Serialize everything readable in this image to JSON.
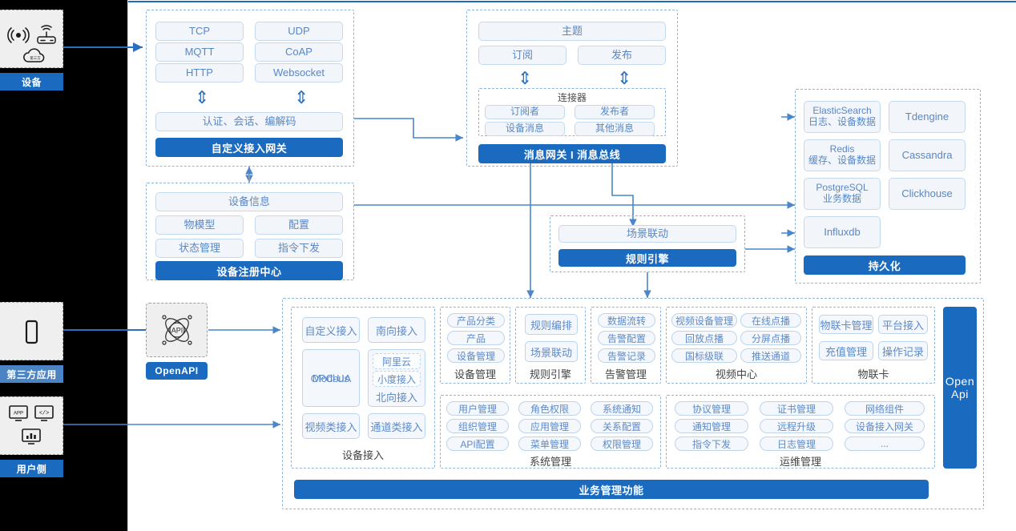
{
  "rail": {
    "groups": [
      {
        "name": "device",
        "label": "设备",
        "icons": [
          "signal-icon",
          "router-icon",
          "cloud-icon"
        ],
        "muted": false
      },
      {
        "name": "third-party-app",
        "label": "第三方应用",
        "icons": [
          "mobile-icon"
        ],
        "muted": true
      },
      {
        "name": "user-side",
        "label": "用户侧",
        "icons": [
          "app-icon",
          "code-icon",
          "dashboard-icon"
        ],
        "muted": false
      }
    ]
  },
  "gateway": {
    "protocols": [
      "TCP",
      "UDP",
      "MQTT",
      "CoAP",
      "HTTP",
      "Websocket"
    ],
    "middle": "认证、会话、编解码",
    "title": "自定义接入网关"
  },
  "message_bus": {
    "topic": "主题",
    "subscribe": "订阅",
    "publish": "发布",
    "connector_title": "连接器",
    "connector_items": [
      "订阅者",
      "发布者",
      "设备消息",
      "其他消息"
    ],
    "title": "消息网关 I 消息总线"
  },
  "registry": {
    "info": "设备信息",
    "items": [
      "物模型",
      "配置",
      "状态管理",
      "指令下发"
    ],
    "title": "设备注册中心"
  },
  "rule_engine": {
    "scene": "场景联动",
    "title": "规则引擎"
  },
  "persistence": {
    "stores": [
      {
        "name": "ElasticSearch",
        "sub": "日志、设备数据"
      },
      {
        "name": "Tdengine",
        "sub": ""
      },
      {
        "name": "Redis",
        "sub": "缓存、设备数据"
      },
      {
        "name": "Cassandra",
        "sub": ""
      },
      {
        "name": "PostgreSQL",
        "sub": "业务数据"
      },
      {
        "name": "Clickhouse",
        "sub": ""
      },
      {
        "name": "Influxdb",
        "sub": ""
      }
    ],
    "title": "持久化"
  },
  "openapi": {
    "icon": "api-atom-icon",
    "label": "OpenAPI"
  },
  "business": {
    "device_access": {
      "title": "设备接入",
      "items": [
        "自定义接入",
        "南向接入",
        "OPC-UA",
        "Modbus",
        "视频类接入",
        "通道类接入"
      ],
      "nested": [
        "阿里云",
        "小度接入"
      ],
      "nested_parent": "北向接入"
    },
    "columns": [
      {
        "title": "设备管理",
        "items": [
          "产品分类",
          "产品",
          "设备管理"
        ]
      },
      {
        "title": "规则引擎",
        "items": [
          "规则编排",
          "场景联动"
        ]
      },
      {
        "title": "告警管理",
        "items": [
          "数据流转",
          "告警配置",
          "告警记录"
        ]
      },
      {
        "title": "视频中心",
        "items": [
          "视频设备管理",
          "在线点播",
          "回放点播",
          "分屏点播",
          "国标级联",
          "推送通道"
        ]
      },
      {
        "title": "物联卡",
        "items": [
          "物联卡管理",
          "平台接入",
          "充值管理",
          "操作记录"
        ]
      }
    ],
    "row2": [
      {
        "title": "系统管理",
        "items": [
          "用户管理",
          "角色权限",
          "系统通知",
          "组织管理",
          "应用管理",
          "关系配置",
          "API配置",
          "菜单管理",
          "权限管理"
        ]
      },
      {
        "title": "运维管理",
        "items": [
          "协议管理",
          "证书管理",
          "网络组件",
          "通知管理",
          "远程升级",
          "设备接入网关",
          "指令下发",
          "日志管理",
          "..."
        ]
      }
    ],
    "open_api_vertical": {
      "line1": "Open",
      "line2": "Api"
    },
    "footer_title": "业务管理功能"
  },
  "colors": {
    "accent": "#1a6ac0",
    "pill_fill": "#f2f6fa",
    "pill_border": "#c5d9ee",
    "pill_text": "#5a87c4",
    "panel_border": "#8fb4dc"
  }
}
